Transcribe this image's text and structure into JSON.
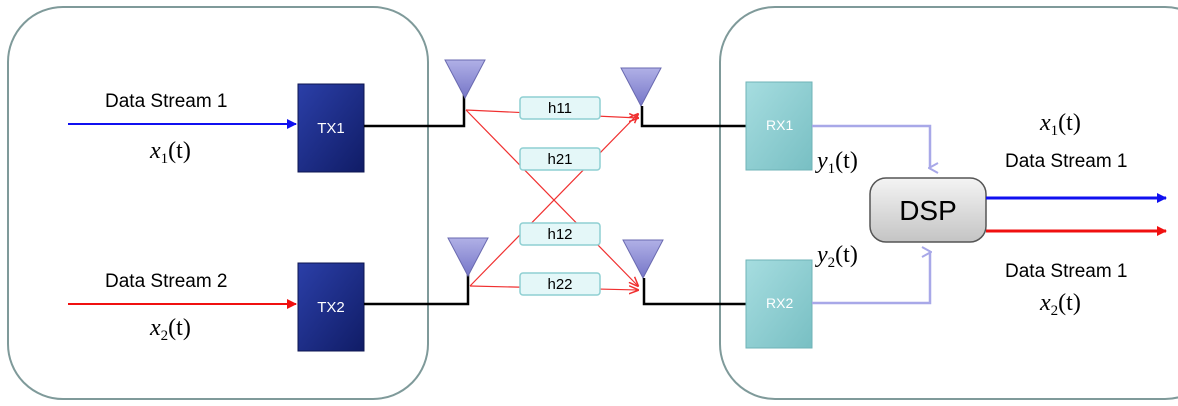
{
  "colors": {
    "blue_stream": "#1010f0",
    "red_stream": "#f01010",
    "channel_line": "#f03030",
    "tx_box": "#1a2a8c",
    "rx_box": "#8ecfd2",
    "rx_link": "#a8a8e8",
    "panel_border": "#7f9a9a"
  },
  "tx": {
    "stream1_label": "Data Stream 1",
    "stream2_label": "Data Stream 2",
    "x1": {
      "var": "x",
      "sub": "1",
      "arg": "(t)"
    },
    "x2": {
      "var": "x",
      "sub": "2",
      "arg": "(t)"
    },
    "tx1_label": "TX1",
    "tx2_label": "TX2"
  },
  "channel": {
    "h11": "h11",
    "h21": "h21",
    "h12": "h12",
    "h22": "h22"
  },
  "rx": {
    "rx1_label": "RX1",
    "rx2_label": "RX2",
    "y1": {
      "var": "y",
      "sub": "1",
      "arg": "(t)"
    },
    "y2": {
      "var": "y",
      "sub": "2",
      "arg": "(t)"
    },
    "dsp_label": "DSP",
    "out1_label": "Data Stream 1",
    "out2_label": "Data Stream 1",
    "out_x1": {
      "var": "x",
      "sub": "1",
      "arg": "(t)"
    },
    "out_x2": {
      "var": "x",
      "sub": "2",
      "arg": "(t)"
    }
  }
}
